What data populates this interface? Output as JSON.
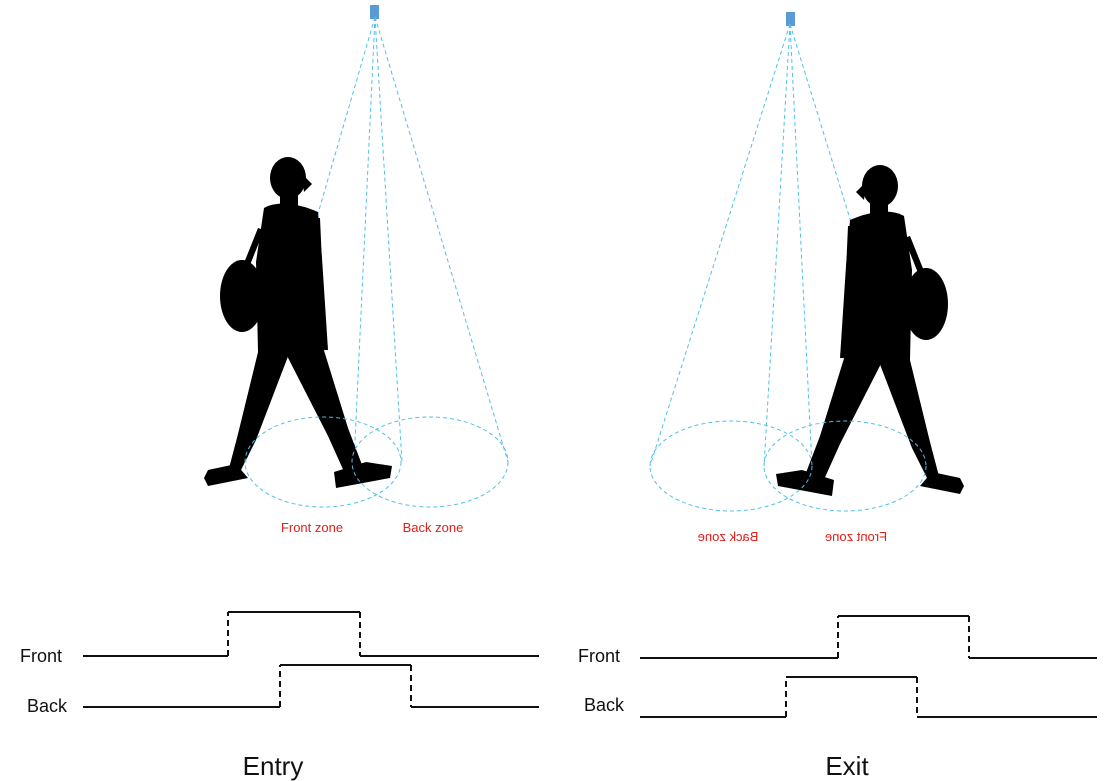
{
  "colors": {
    "sensor": "#5b9bd5",
    "beam": "#4fc1e9",
    "zone_label": "#e0201b",
    "silhouette": "#000000",
    "signal": "#111111"
  },
  "panels": [
    {
      "id": "entry",
      "title": "Entry",
      "front_zone_label": "Front zone",
      "back_zone_label": "Back zone",
      "labels_mirrored": false,
      "signals": [
        {
          "name": "Front",
          "active": true
        },
        {
          "name": "Back",
          "active": true
        }
      ]
    },
    {
      "id": "exit",
      "title": "Exit",
      "front_zone_label": "Front zone",
      "back_zone_label": "Back zone",
      "labels_mirrored": true,
      "signals": [
        {
          "name": "Front",
          "active": true
        },
        {
          "name": "Back",
          "active": true
        }
      ]
    }
  ]
}
